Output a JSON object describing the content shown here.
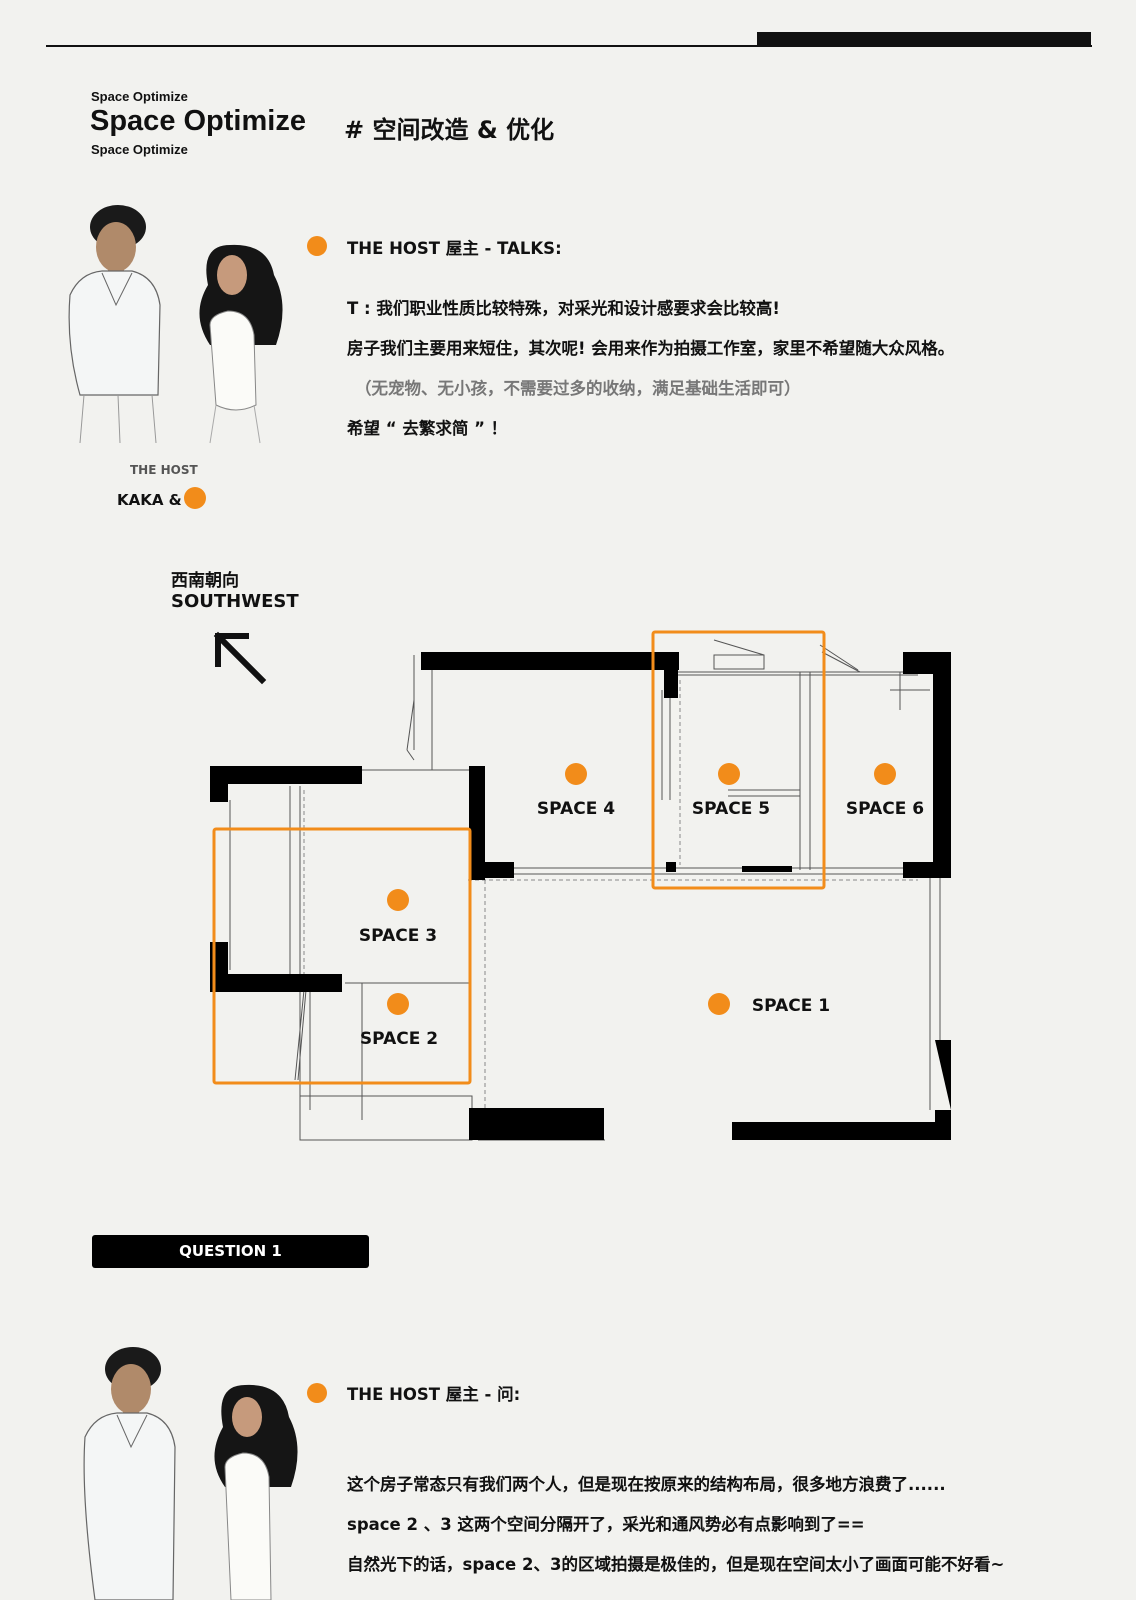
{
  "header": {
    "small_top": "Space Optimize",
    "big": "Space Optimize",
    "small_bottom": "Space Optimize",
    "zh_title": "# 空间改造 & 优化"
  },
  "host_talk": {
    "heading": "THE HOST 屋主  -  TALKS:",
    "lines": [
      "T : 我们职业性质比较特殊，对采光和设计感要求会比较高!",
      "房子我们主要用来短住，其次呢! 会用来作为拍摄工作室，家里不希望随大众风格。",
      "（无宠物、无小孩，不需要过多的收纳，满足基础生活即可）",
      "希望 “ 去繁求简 ” ！"
    ],
    "caption_small": "THE HOST",
    "caption_name": "KAKA &"
  },
  "orientation": {
    "zh": "西南朝向",
    "en": "SOUTHWEST"
  },
  "floorplan": {
    "spaces": [
      "SPACE 1",
      "SPACE 2",
      "SPACE 3",
      "SPACE 4",
      "SPACE 5",
      "SPACE 6"
    ],
    "accent_color": "#f28c1a"
  },
  "question": {
    "label": "QUESTION 1",
    "heading": "THE HOST 屋主  -  问:",
    "lines": [
      "这个房子常态只有我们两个人，但是现在按原来的结构布局，很多地方浪费了......",
      "space 2 、3 这两个空间分隔开了，采光和通风势必有点影响到了==",
      "自然光下的话，space 2、3的区域拍摄是极佳的，但是现在空间太小了画面可能不好看~"
    ]
  }
}
